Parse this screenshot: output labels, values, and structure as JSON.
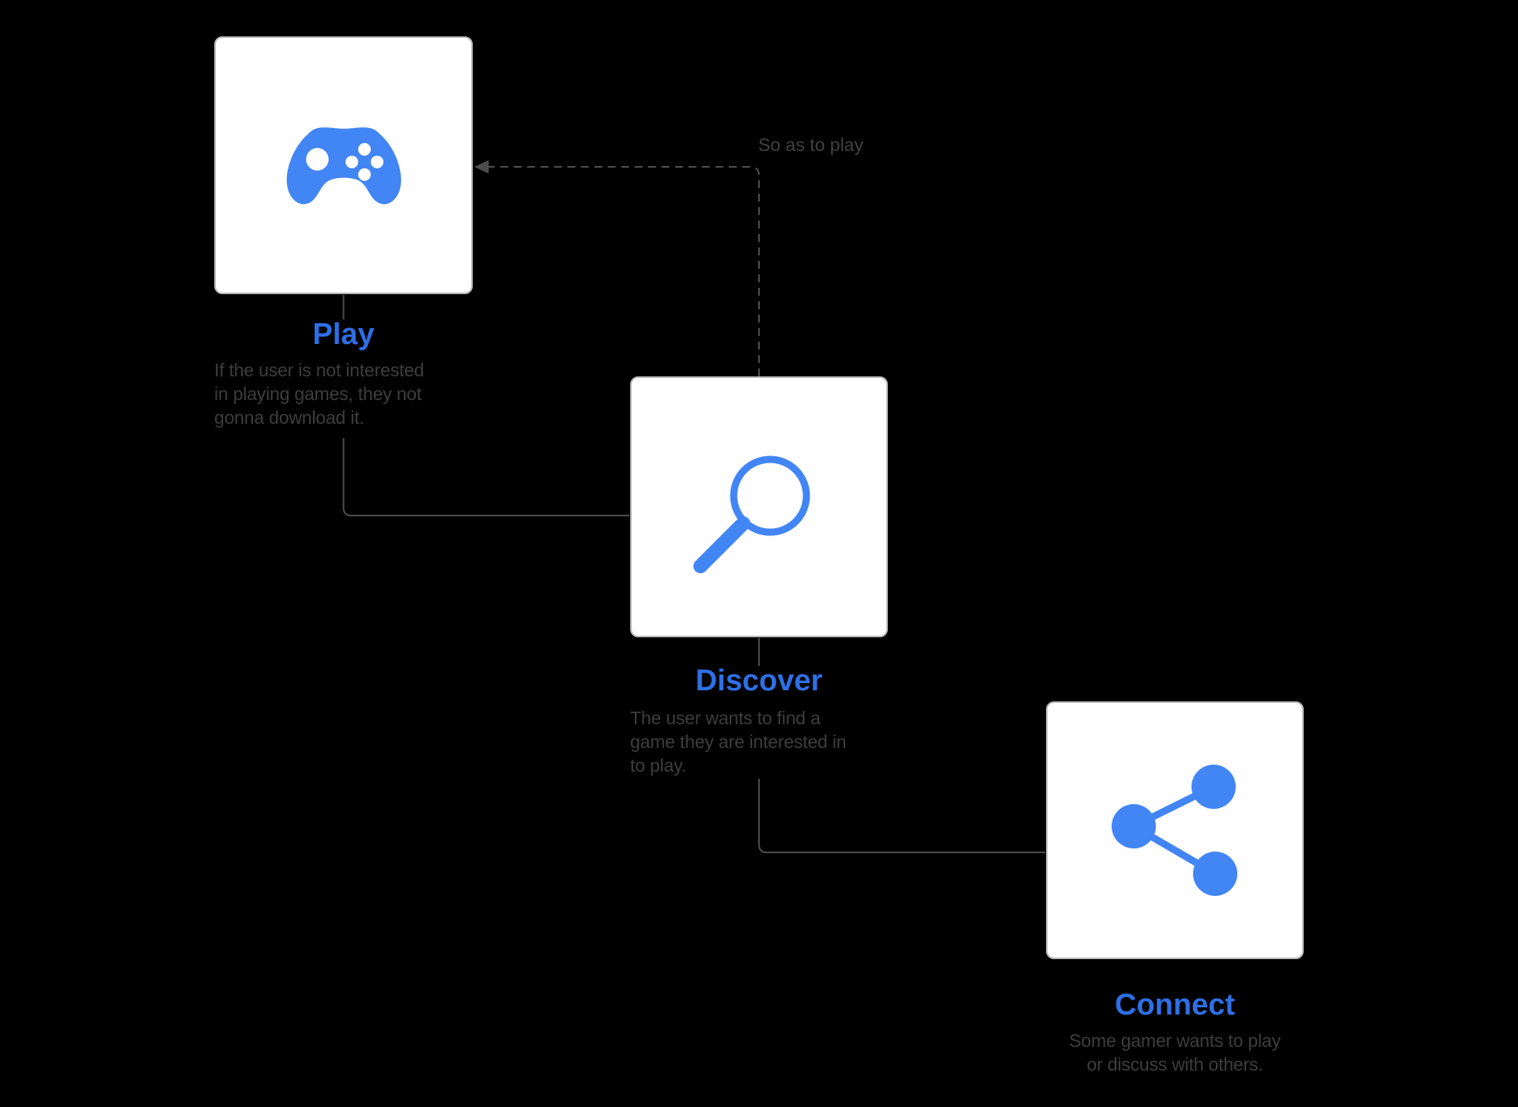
{
  "canvas": {
    "background": "#000000"
  },
  "colors": {
    "icon_blue": "#4285f4",
    "title_blue": "#2e6fe6",
    "description_gray": "#3d3d3d",
    "annotation_gray": "#414141",
    "connector_gray": "#4d4d4d",
    "card_background": "#ffffff",
    "card_border": "#b9b9b9"
  },
  "annotation": {
    "label": "So as to play"
  },
  "nodes": [
    {
      "title": "Play",
      "icon": "gamepad-icon",
      "description_lines": [
        "If the user is not interested",
        "in playing games, they not",
        "gonna download it."
      ]
    },
    {
      "title": "Discover",
      "icon": "search-icon",
      "description_lines": [
        "The user wants to find a",
        "game they are interested in",
        "to play."
      ]
    },
    {
      "title": "Connect",
      "icon": "share-icon",
      "description_lines": [
        "Some gamer wants to play",
        "or discuss with others."
      ]
    }
  ]
}
